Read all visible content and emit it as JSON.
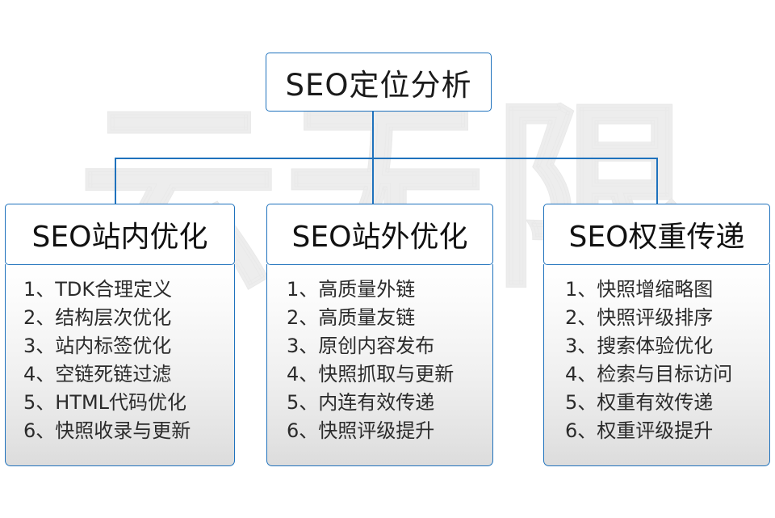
{
  "watermark": {
    "text": "云无限"
  },
  "diagram": {
    "root": {
      "label": "SEO定位分析"
    },
    "columns": [
      {
        "header": "SEO站内优化",
        "items": [
          "1、TDK合理定义",
          "2、结构层次优化",
          "3、站内标签优化",
          "4、空链死链过滤",
          "5、HTML代码优化",
          "6、快照收录与更新"
        ]
      },
      {
        "header": "SEO站外优化",
        "items": [
          "1、高质量外链",
          "2、高质量友链",
          "3、原创内容发布",
          "4、快照抓取与更新",
          "5、内连有效传递",
          "6、快照评级提升"
        ]
      },
      {
        "header": "SEO权重传递",
        "items": [
          "1、快照增缩略图",
          "2、快照评级排序",
          "3、搜索体验优化",
          "4、检索与目标访问",
          "5、权重有效传递",
          "6、权重评级提升"
        ]
      }
    ]
  },
  "colors": {
    "border": "#1f72bd",
    "text": "#1a1a1a",
    "body_text": "#2b2b2b",
    "watermark": "#ededed",
    "background": "#ffffff"
  }
}
